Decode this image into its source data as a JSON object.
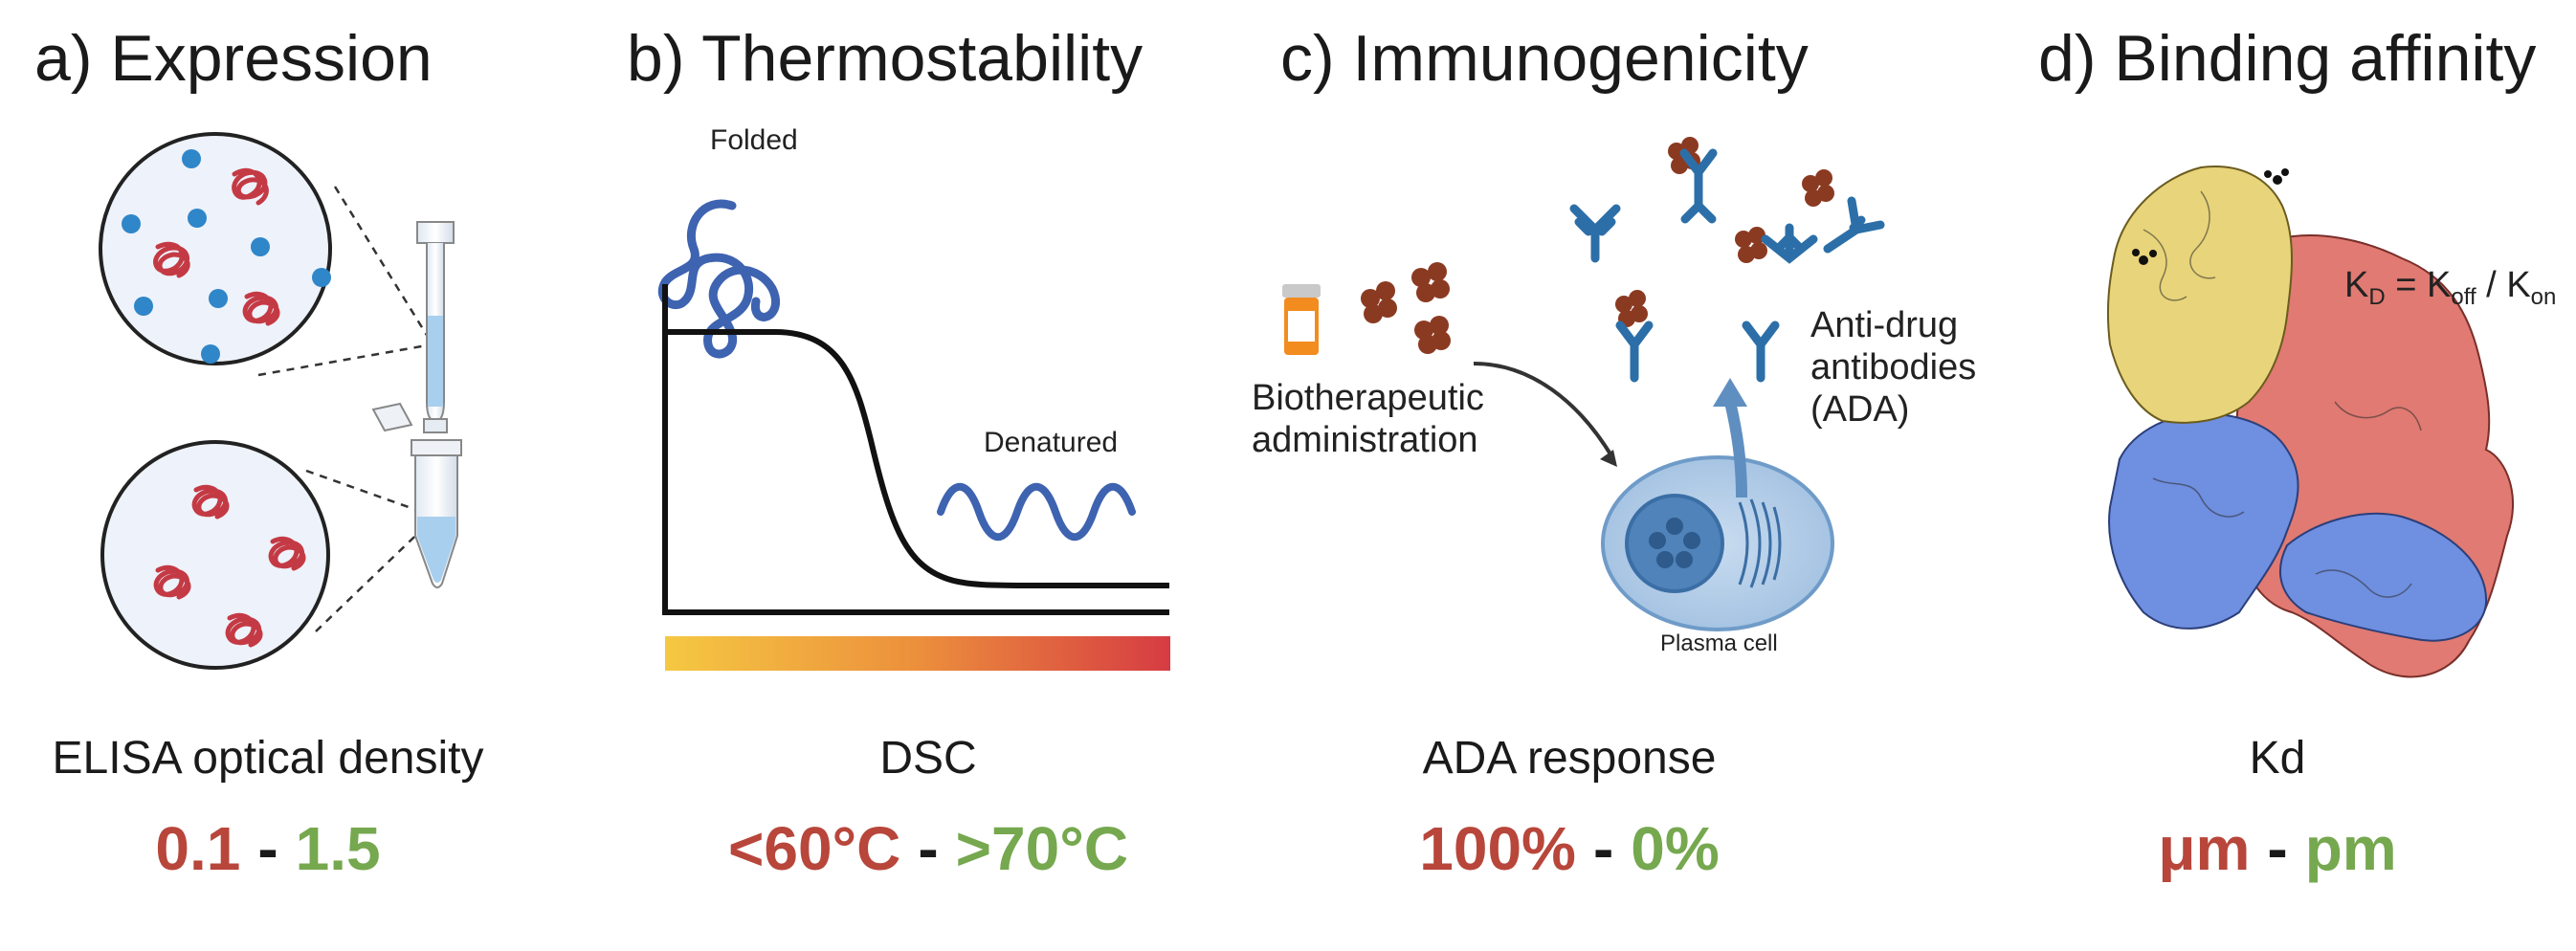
{
  "panels": [
    {
      "title": "a) Expression",
      "metric": "ELISA optical density",
      "range_low": "0.1",
      "range_high": "1.5"
    },
    {
      "title": "b) Thermostability",
      "metric": "DSC",
      "range_low": "<60°C",
      "range_high": ">70°C",
      "labels": {
        "folded": "Folded",
        "denatured": "Denatured"
      }
    },
    {
      "title": "c) Immunogenicity",
      "metric": "ADA response",
      "range_low": "100%",
      "range_high": "0%",
      "labels": {
        "biotherapeutic_1": "Biotherapeutic",
        "biotherapeutic_2": "administration",
        "antidrug_1": "Anti-drug",
        "antidrug_2": "antibodies",
        "antidrug_3": "(ADA)",
        "plasma_cell": "Plasma cell"
      }
    },
    {
      "title": "d) Binding affinity",
      "metric": "Kd",
      "range_low": "μm",
      "range_high": "pm",
      "formula": {
        "k": "K",
        "d": "D",
        "eq": " = ",
        "koff_k": "K",
        "off": "off",
        "slash": " / ",
        "kon_k": "K",
        "on": "on"
      }
    }
  ],
  "range_separator": "-",
  "colors": {
    "bad": "#b8463b",
    "good": "#76a84f",
    "protein_blue": "#3e63b0",
    "antibody_blue": "#2c6fa8",
    "protein_red": "#c43a44",
    "antigen_brown": "#8b3a22",
    "domain_yellow": "#e8d47a",
    "domain_red": "#e07a72",
    "domain_blue": "#6f8fe0",
    "gradient_start": "#f5c842",
    "gradient_end": "#d63c43"
  }
}
